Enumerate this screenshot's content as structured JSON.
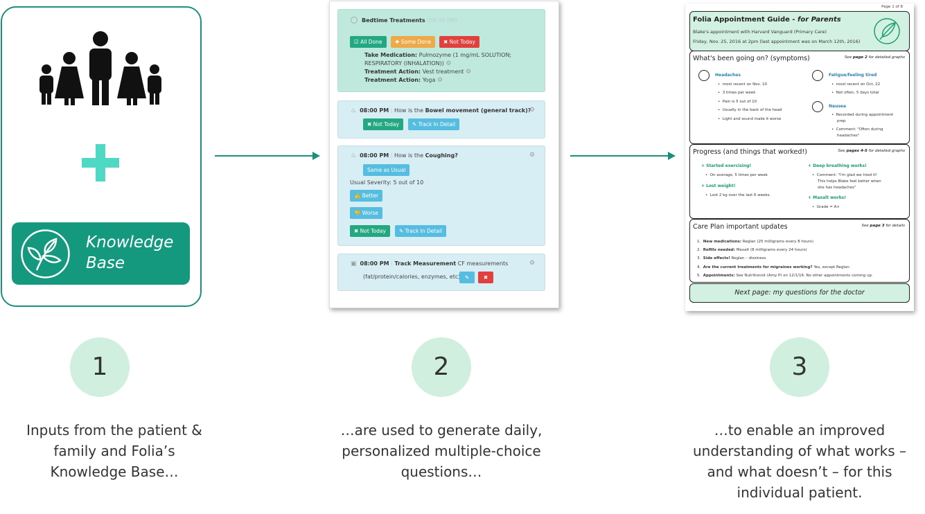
{
  "colors": {
    "teal": "#1b8f7e",
    "badge_green": "#14997f",
    "plus": "#4fd8c4",
    "circle": "#d0efdf"
  },
  "panel1": {
    "icons": [
      "family-icon",
      "plus-icon",
      "leaf-icon"
    ],
    "knowledge_base_line1": "Knowledge",
    "knowledge_base_line2": "Base"
  },
  "app": {
    "card1": {
      "title": "Bedtime Treatments",
      "time": "(08:00 PM)",
      "buttons": {
        "all_done": "☑ All Done",
        "some_done": "✚ Some Done",
        "not_today": "✖ Not Today"
      },
      "lines": [
        {
          "label": "Take Medication:",
          "value": "Pulmozyme (1 mg/mL SOLUTION;"
        },
        {
          "label": "",
          "value": "RESPIRATORY (INHALATION))"
        },
        {
          "label": "Treatment Action:",
          "value": "Vest treatment"
        },
        {
          "label": "Treatment Action:",
          "value": "Yoga"
        }
      ]
    },
    "card2": {
      "time": "08:00 PM",
      "question_prefix": "How is the",
      "question_subject": "Bowel movement (general track)?",
      "buttons": {
        "not_today": "✖ Not Today",
        "track": "✎ Track In Detail"
      }
    },
    "card3": {
      "time": "08:00 PM",
      "question_prefix": "How is the",
      "question_subject": "Coughing?",
      "buttons": {
        "same": "Same as Usual",
        "better": "👍 Better",
        "worse": "👎 Worse",
        "not_today": "✖ Not Today",
        "track": "✎ Track In Detail"
      },
      "usual_severity": "Usual Severity: 5 out of 10"
    },
    "card4": {
      "time": "08:00 PM",
      "label": "Track Measurement",
      "detail": "CF measurements",
      "detail2": "(fat/protein/calories, enzymes, etc)"
    },
    "separator": "|"
  },
  "doc": {
    "page": "Page 1 of 8",
    "title": "Folia Appointment Guide",
    "title_suffix": "for Parents",
    "appointment": "Blake's appointment with Harvard Vanguard (Primary Care)",
    "date": "Friday, Nov. 25, 2016 at 2pm (last appointment was on March 12th, 2016)",
    "symptoms": {
      "title": "What's been going on? (symptoms)",
      "note_pre": "See",
      "note_bold": "page 2",
      "note_post": "for detailed graphs",
      "headaches": "Headaches",
      "headache_items": [
        "most recent on Nov. 10",
        "3 times per week",
        "Pain is 5 out of 10",
        "Usually in the back of the head",
        "Light and sound make it worse"
      ],
      "fatigue": "Fatigue/feeling tired",
      "fatigue_items": [
        "most recent on Oct. 22",
        "Not often, 5 days total"
      ],
      "nausea": "Nausea",
      "nausea_items": [
        "Recorded during appointment",
        "prep",
        "Comment: \"Often during",
        "headaches\""
      ]
    },
    "progress": {
      "title": "Progress (and things that worked!)",
      "note_pre": "See",
      "note_bold": "pages 4-5",
      "note_post": "for detailed graphs",
      "exercising": "+ Started exercising!",
      "exercising_item": "On average, 5 times per week",
      "weight": "+ Lost weight!",
      "weight_item": "Lost 2 kg over the last 6 weeks.",
      "breathing": "+ Deep breathing works!",
      "breathing_items": [
        "Comment: \"I'm glad we tried it!",
        "This helps Blake feel better when",
        "she has headaches\""
      ],
      "maxalt": "+ Maxalt works!",
      "maxalt_item": "Grade = A+"
    },
    "careplan": {
      "title": "Care Plan important updates",
      "note_pre": "See",
      "note_bold": "page 3",
      "note_post": "for details",
      "items": [
        {
          "num": "1.",
          "label": "New medications:",
          "value": "Reglan (25 milligrams every 8 hours)"
        },
        {
          "num": "2.",
          "label": "Refills needed:",
          "value": "Maxalt (8 milligrams every 24 hours)"
        },
        {
          "num": "3.",
          "label": "Side effects!",
          "value": "Reglan – dizziness"
        },
        {
          "num": "4.",
          "label": "Are the current treatments for migraines working?",
          "value": "Yes, except Reglan"
        },
        {
          "num": "5.",
          "label": "Appointments:",
          "value": "See Nutritionist (Amy P) on 12/1/16. No other appointments coming up."
        }
      ]
    },
    "next": "Next page: my questions for the doctor"
  },
  "steps": [
    {
      "number": "1",
      "lines": [
        "Inputs from the patient &",
        "family and Folia’s",
        "Knowledge Base…"
      ]
    },
    {
      "number": "2",
      "lines": [
        "…are used to generate daily,",
        "personalized multiple-choice",
        "questions…"
      ]
    },
    {
      "number": "3",
      "lines": [
        "…to enable an improved",
        "understanding of what works –",
        "and what doesn’t – for this",
        "individual patient."
      ]
    }
  ]
}
